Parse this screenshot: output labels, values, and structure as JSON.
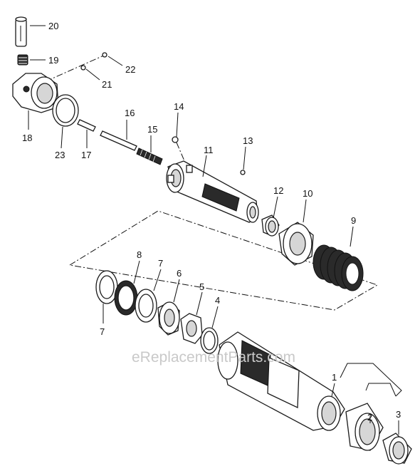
{
  "diagram": {
    "callouts": {
      "c1": "1",
      "c2": "2",
      "c3": "3",
      "c4": "4",
      "c5": "5",
      "c6": "6",
      "c7a": "7",
      "c7b": "7",
      "c8": "8",
      "c9": "9",
      "c10": "10",
      "c11": "11",
      "c12": "12",
      "c13": "13",
      "c14": "14",
      "c15": "15",
      "c16": "16",
      "c17": "17",
      "c18": "18",
      "c19": "19",
      "c20": "20",
      "c21": "21",
      "c22": "22",
      "c23": "23"
    },
    "watermark": "eReplacementParts.com"
  }
}
